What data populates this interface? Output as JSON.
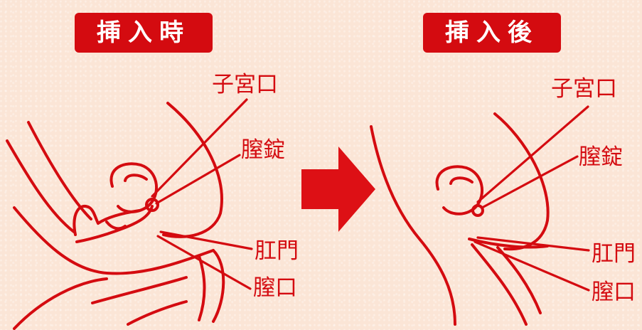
{
  "left_panel": {
    "title": "挿入時",
    "labels": {
      "cervix": "子宮口",
      "pessary": "膣錠",
      "anus": "肛門",
      "vaginal_opening": "膣口"
    }
  },
  "right_panel": {
    "title": "挿入後",
    "labels": {
      "cervix": "子宮口",
      "pessary": "膣錠",
      "anus": "肛門",
      "vaginal_opening": "膣口"
    }
  },
  "arrow": {
    "icon": "right-arrow-icon",
    "color": "#dd1015"
  },
  "colors": {
    "accent": "#d40b10",
    "background": "#fbe5d6"
  }
}
